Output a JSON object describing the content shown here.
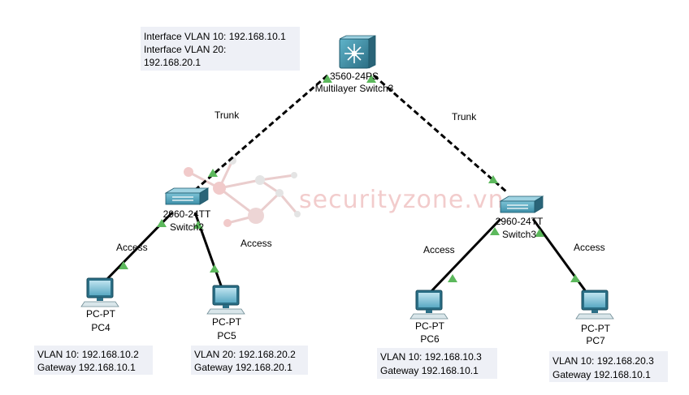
{
  "watermark": {
    "text": "securityzone.vn"
  },
  "notes": {
    "mls": [
      "Interface VLAN 10: 192.168.10.1",
      "Interface VLAN 20:",
      "192.168.20.1"
    ],
    "pc4": [
      "VLAN 10: 192.168.10.2",
      "Gateway 192.168.10.1"
    ],
    "pc5": [
      "VLAN 20: 192.168.20.2",
      "Gateway 192.168.20.1"
    ],
    "pc6": [
      "VLAN 10: 192.168.10.3",
      "Gateway 192.168.10.1"
    ],
    "pc7": [
      "VLAN 10: 192.168.20.3",
      "Gateway 192.168.10.1"
    ]
  },
  "devices": {
    "mls": {
      "model": "3560-24PS",
      "name": "Multilayer Switch3"
    },
    "switch2": {
      "model": "2960-24TT",
      "name": "Switch2"
    },
    "switch3": {
      "model": "2960-24TT",
      "name": "Switch3"
    },
    "pc4": {
      "model": "PC-PT",
      "name": "PC4"
    },
    "pc5": {
      "model": "PC-PT",
      "name": "PC5"
    },
    "pc6": {
      "model": "PC-PT",
      "name": "PC6"
    },
    "pc7": {
      "model": "PC-PT",
      "name": "PC7"
    }
  },
  "links": {
    "mls_sw2": "Trunk",
    "mls_sw3": "Trunk",
    "sw2_pc4": "Access",
    "sw2_pc5": "Access",
    "sw3_pc6": "Access",
    "sw3_pc7": "Access"
  },
  "colors": {
    "port_indicator": "#5cb85c",
    "note_background": "#eef0f6",
    "device_blue": "#3d8fa8",
    "watermark": "#e9a3a3"
  }
}
